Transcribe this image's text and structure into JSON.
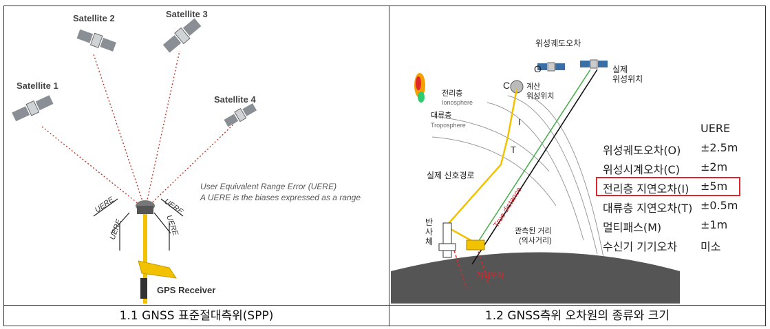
{
  "left_panel": {
    "satellites": [
      "Satellite 1",
      "Satellite 2",
      "Satellite 3",
      "Satellite 4"
    ],
    "uere_note_line1": "User Equivalent Range Error (UERE)",
    "uere_note_line2": "A UERE is the biases expressed as a range",
    "uere_label": "UERE",
    "receiver_label": "GPS Receiver",
    "caption": "1.1 GNSS 표준절대측위(SPP)"
  },
  "right_panel": {
    "orbit_error_label": "위성궤도오차",
    "actual_sat_label": [
      "실제",
      "위성위치"
    ],
    "computed_sat_label": [
      "계산",
      "위성위치"
    ],
    "letter_o": "O",
    "letter_c": "C",
    "letter_i": "I",
    "letter_t": "T",
    "ionosphere_ko": "전리층",
    "ionosphere_en": "Ionosphere",
    "troposphere_ko": "대류층",
    "troposphere_en": "Troposphere",
    "signal_path": "실제 신호경로",
    "reflector": [
      "반",
      "사",
      "체"
    ],
    "true_distance": "True distance",
    "observed_distance": [
      "관측된 거리",
      "(의사거리)"
    ],
    "range_error": "거리오차",
    "caption": "1.2 GNSS측위 오차원의 종류와 크기"
  },
  "error_table": {
    "header": "UERE",
    "rows": [
      {
        "name": "위성궤도오차(O)",
        "value": "±2.5m"
      },
      {
        "name": "위성시계오차(C)",
        "value": "±2m"
      },
      {
        "name": "전리층 지연오차(I)",
        "value": "±5m"
      },
      {
        "name": "대류층 지연오차(T)",
        "value": "±0.5m"
      },
      {
        "name": "멀티패스(M)",
        "value": "±1m"
      },
      {
        "name": "수신기 기기오차",
        "value": "미소"
      }
    ],
    "highlight_row": 2,
    "highlight_color": "#e0252b"
  },
  "colors": {
    "dotted_lines": "#c0392b",
    "signal_path": "#f2c200",
    "true_line": "#4caf50",
    "observed_line": "#111111"
  }
}
